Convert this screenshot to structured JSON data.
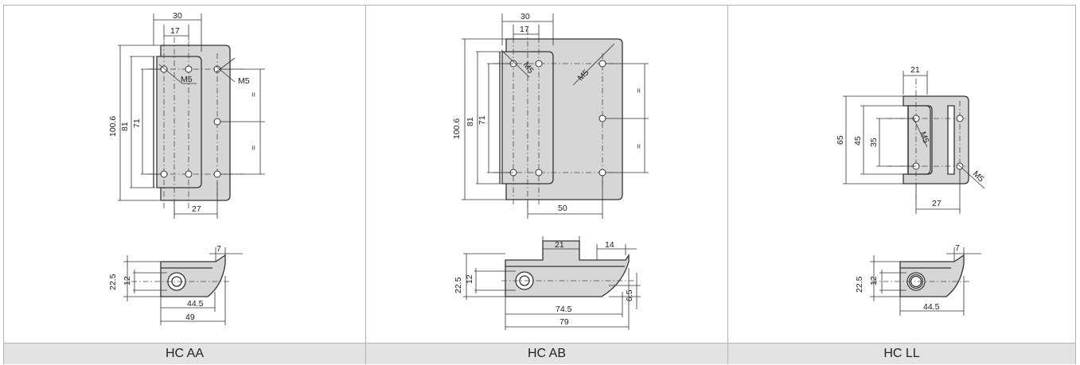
{
  "products": [
    {
      "name": "HC AA",
      "front": {
        "d_30": "30",
        "d_17": "17",
        "d_100_6": "100.6",
        "d_81": "81",
        "d_71": "71",
        "thread_a": "M5",
        "thread_b": "M5",
        "eq_top": "=",
        "eq_bottom": "=",
        "d_27": "27"
      },
      "side": {
        "d_7": "7",
        "d_22_5": "22.5",
        "d_12": "12",
        "d_44_5": "44.5",
        "d_49": "49"
      }
    },
    {
      "name": "HC AB",
      "front": {
        "d_30": "30",
        "d_17": "17",
        "d_100_6": "100.6",
        "d_81": "81",
        "d_71": "71",
        "thread_a": "M5",
        "thread_b": "M5",
        "eq_top": "=",
        "eq_bottom": "=",
        "d_50": "50"
      },
      "side": {
        "d_21": "21",
        "d_14": "14",
        "d_22_5": "22.5",
        "d_12": "12",
        "d_6_5": "6.5",
        "d_74_5": "74.5",
        "d_79": "79"
      }
    },
    {
      "name": "HC LL",
      "front": {
        "d_21": "21",
        "d_65": "65",
        "d_45": "45",
        "d_35": "35",
        "thread_a": "M5",
        "thread_b": "M5",
        "d_27": "27"
      },
      "side": {
        "d_7": "7",
        "d_22_5": "22.5",
        "d_12": "12",
        "d_44_5": "44.5"
      }
    }
  ]
}
